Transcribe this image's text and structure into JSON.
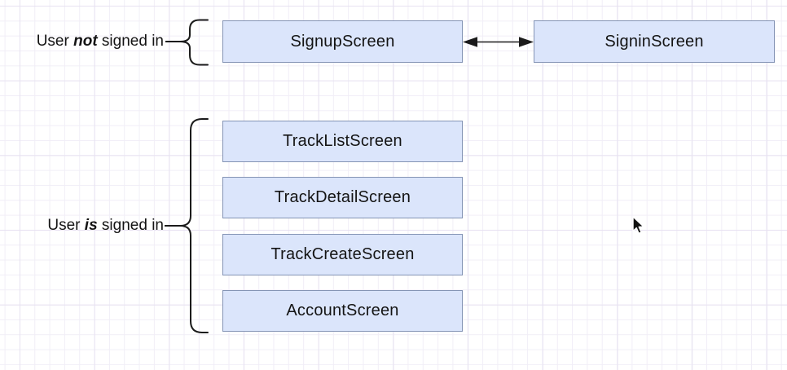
{
  "colors": {
    "box_fill": "#dbe5fb",
    "box_border": "#8494b5",
    "stroke": "#1b1b1b",
    "text": "#141414",
    "grid_minor": "#f1eef7",
    "grid_major": "#e7e2f1"
  },
  "groups": {
    "not_signed_in": {
      "label_prefix": "User ",
      "label_emphasis": "not",
      "label_suffix": " signed in",
      "screens": {
        "signup": "SignupScreen",
        "signin": "SigninScreen"
      }
    },
    "signed_in": {
      "label_prefix": "User ",
      "label_emphasis": "is",
      "label_suffix": " signed in",
      "screens": {
        "track_list": "TrackListScreen",
        "track_detail": "TrackDetailScreen",
        "track_create": "TrackCreateScreen",
        "account": "AccountScreen"
      }
    }
  },
  "icons": {
    "double_arrow": "double-headed-arrow",
    "brace_not_signed_in": "curly-brace",
    "brace_signed_in": "curly-brace",
    "cursor": "mouse-pointer"
  }
}
